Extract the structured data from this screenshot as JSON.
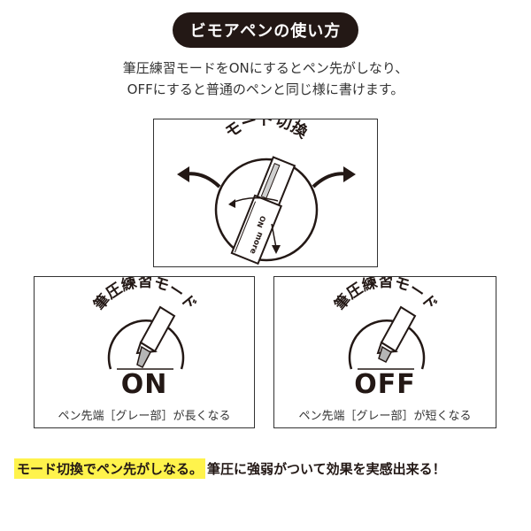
{
  "title": "ビモアペンの使い方",
  "description": {
    "line1": "筆圧練習モードをONにするとペン先がしなり、",
    "line2": "OFFにすると普通のペンと同じ様に書けます。"
  },
  "mode_switch": {
    "label": "モード切換",
    "pen_markings": {
      "on": "ON",
      "more": "more"
    }
  },
  "on_panel": {
    "mode_label": "筆圧練習モード",
    "state": "ON",
    "caption": "ペン先端［グレー部］が長くなる"
  },
  "off_panel": {
    "mode_label": "筆圧練習モード",
    "state": "OFF",
    "caption": "ペン先端［グレー部］が短くなる"
  },
  "tagline": {
    "highlight": "モード切換でペン先がしなる。",
    "rest": "筆圧に強弱がついて効果を実感出来る！"
  },
  "colors": {
    "dark": "#231815",
    "text": "#333333",
    "highlight": "#fff34c",
    "tip_gray": "#b5b5b5"
  }
}
